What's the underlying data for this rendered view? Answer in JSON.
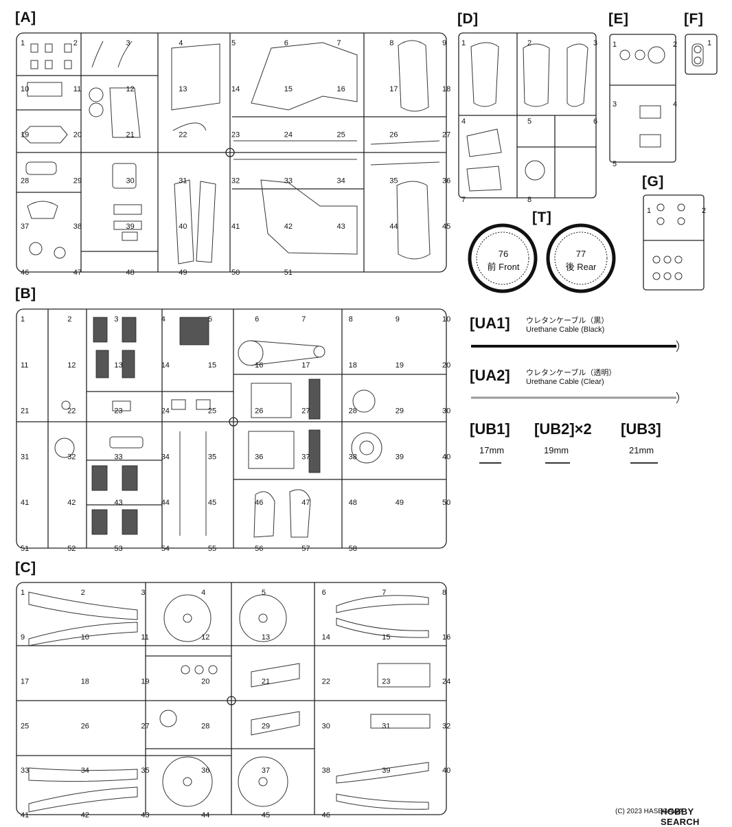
{
  "sheets": {
    "A": {
      "label": "[A]"
    },
    "B": {
      "label": "[B]"
    },
    "C": {
      "label": "[C]"
    },
    "D": {
      "label": "[D]"
    },
    "E": {
      "label": "[E]"
    },
    "F": {
      "label": "[F]"
    },
    "G": {
      "label": "[G]"
    },
    "T": {
      "label": "[T]"
    }
  },
  "tires": {
    "front": {
      "number": "76",
      "label": "前 Front"
    },
    "rear": {
      "number": "77",
      "label": "後 Rear"
    }
  },
  "cables": {
    "ua1": {
      "code": "[UA1]",
      "jp": "ウレタンケーブル（黒）",
      "en": "Urethane Cable (Black)",
      "color": "#111111"
    },
    "ua2": {
      "code": "[UA2]",
      "jp": "ウレタンケーブル（透明）",
      "en": "Urethane Cable (Clear)",
      "color": "#9a9a9a"
    }
  },
  "pins": {
    "ub1": {
      "code": "[UB1]",
      "length": "17mm"
    },
    "ub2": {
      "code": "[UB2]×2",
      "length": "19mm"
    },
    "ub3": {
      "code": "[UB3]",
      "length": "21mm"
    }
  },
  "watermark": {
    "copyright": "(C) 2023 HASEGAWA",
    "brand": "HOBBY SEARCH"
  },
  "part_numbers": {
    "A": [
      "1",
      "2",
      "3",
      "4",
      "5",
      "6",
      "7",
      "8",
      "9",
      "10",
      "11",
      "12",
      "13",
      "14",
      "15",
      "16",
      "17",
      "18",
      "19",
      "20",
      "21",
      "22",
      "23",
      "24",
      "25",
      "26",
      "27",
      "28",
      "29",
      "30",
      "31",
      "32",
      "33",
      "34",
      "35",
      "36",
      "37",
      "38",
      "39",
      "40",
      "41",
      "42",
      "43",
      "44",
      "45",
      "46",
      "47",
      "48",
      "49",
      "50",
      "51"
    ],
    "B": [
      "1",
      "2",
      "3",
      "4",
      "5",
      "6",
      "7",
      "8",
      "9",
      "10",
      "11",
      "12",
      "13",
      "14",
      "15",
      "16",
      "17",
      "18",
      "19",
      "20",
      "21",
      "22",
      "23",
      "24",
      "25",
      "26",
      "27",
      "28",
      "29",
      "30",
      "31",
      "32",
      "33",
      "34",
      "35",
      "36",
      "37",
      "38",
      "39",
      "40",
      "41",
      "42",
      "43",
      "44",
      "45",
      "46",
      "47",
      "48",
      "49",
      "50",
      "51",
      "52",
      "53",
      "54",
      "55",
      "56",
      "57",
      "58"
    ],
    "C": [
      "1",
      "2",
      "3",
      "4",
      "5",
      "6",
      "7",
      "8",
      "9",
      "10",
      "11",
      "12",
      "13",
      "14",
      "15",
      "16",
      "17",
      "18",
      "19",
      "20",
      "21",
      "22",
      "23",
      "24",
      "25",
      "26",
      "27",
      "28",
      "29",
      "30",
      "31",
      "32",
      "33",
      "34",
      "35",
      "36",
      "37",
      "38",
      "39",
      "40",
      "41",
      "42",
      "43",
      "44",
      "45",
      "46"
    ],
    "D": [
      "1",
      "2",
      "3",
      "4",
      "5",
      "6",
      "7",
      "8"
    ],
    "E": [
      "1",
      "2",
      "3",
      "4",
      "5"
    ],
    "F": [
      "1"
    ],
    "G": [
      "1",
      "2"
    ]
  }
}
